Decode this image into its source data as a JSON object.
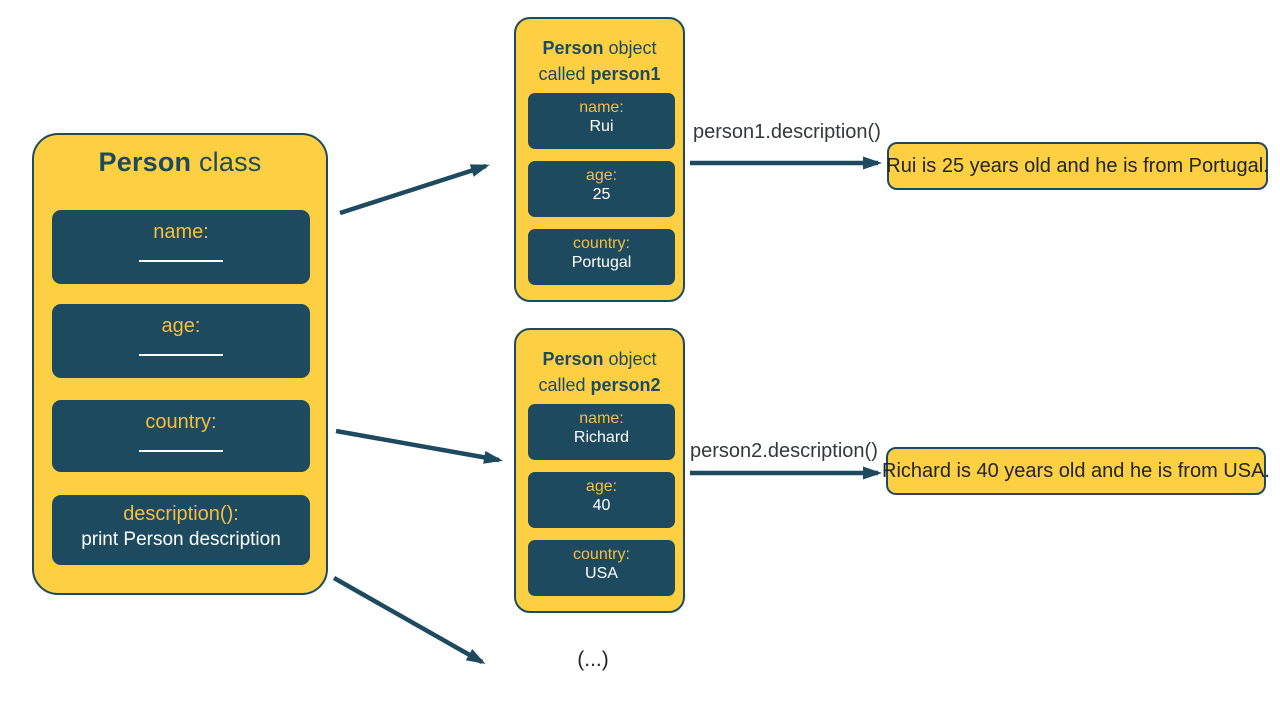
{
  "colors": {
    "bg": "#ffffff",
    "yellow": "#FCD042",
    "teal": "#1E4A5F",
    "amber": "#F6BD41",
    "ink": "#222426",
    "ink2": "#33383C"
  },
  "class_box": {
    "title_bold": "Person",
    "title_rest": " class",
    "fields": [
      {
        "label": "name:"
      },
      {
        "label": "age:"
      },
      {
        "label": "country:"
      },
      {
        "label": "description():",
        "sub": "print Person description"
      }
    ]
  },
  "objects": [
    {
      "title_bold": "Person",
      "title_rest": " object",
      "title_line2_prefix": "called ",
      "title_name": "person1",
      "fields": [
        {
          "label": "name:",
          "value": "Rui"
        },
        {
          "label": "age:",
          "value": "25"
        },
        {
          "label": "country:",
          "value": "Portugal"
        }
      ],
      "call_label": "person1.description()",
      "result": "Rui is 25 years old and he is from Portugal."
    },
    {
      "title_bold": "Person",
      "title_rest": " object",
      "title_line2_prefix": "called ",
      "title_name": "person2",
      "fields": [
        {
          "label": "name:",
          "value": "Richard"
        },
        {
          "label": "age:",
          "value": "40"
        },
        {
          "label": "country:",
          "value": "USA"
        }
      ],
      "call_label": "person2.description()",
      "result": "Richard is 40 years old and he is from USA."
    }
  ],
  "ellipsis_label": "(...)"
}
